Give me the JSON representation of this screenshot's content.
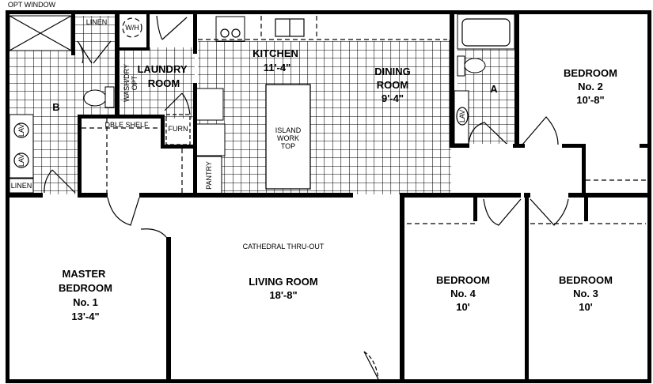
{
  "labels": {
    "opt_window": "OPT WINDOW",
    "linen_top": "LINEN",
    "water_heater": "W/H",
    "laundry_1": "LAUNDRY",
    "laundry_2": "ROOM",
    "wash_dry_1": "WASH/DRY",
    "wash_dry_2": "OPT",
    "kitchen": "KITCHEN",
    "kitchen_dim": "11'-4\"",
    "dining_1": "DINING",
    "dining_2": "ROOM",
    "dining_dim": "9'-4\"",
    "bath_b": "B",
    "bath_a": "A",
    "lav": "LAV",
    "linen_bottom": "LINEN",
    "dble_shelf": "DBLE SHELF",
    "furn": "FURN",
    "pantry": "PANTRY",
    "island_1": "ISLAND",
    "island_2": "WORK",
    "island_3": "TOP",
    "bed2_1": "BEDROOM",
    "bed2_2": "No. 2",
    "bed2_dim": "10'-8\"",
    "cathedral": "CATHEDRAL THRU-OUT",
    "master_1": "MASTER",
    "master_2": "BEDROOM",
    "master_3": "No. 1",
    "master_dim": "13'-4\"",
    "living": "LIVING ROOM",
    "living_dim": "18'-8\"",
    "bed4_1": "BEDROOM",
    "bed4_2": "No. 4",
    "bed4_dim": "10'",
    "bed3_1": "BEDROOM",
    "bed3_2": "No. 3",
    "bed3_dim": "10'"
  },
  "colors": {
    "ink": "#000000",
    "paper": "#ffffff"
  }
}
